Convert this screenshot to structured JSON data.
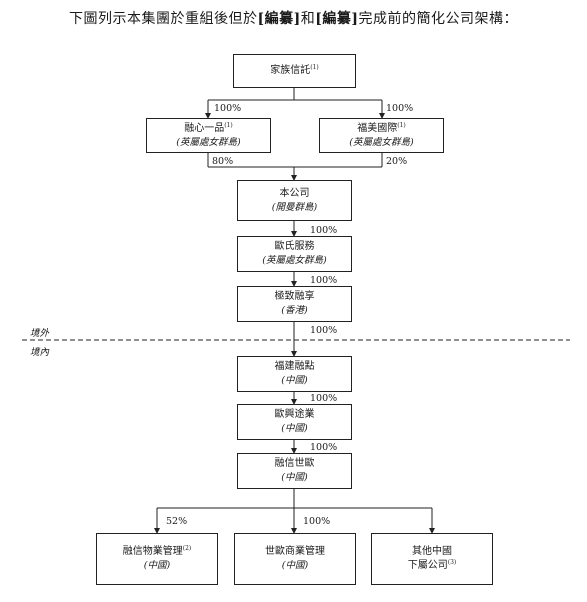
{
  "title": {
    "pre": "下圖列示本集團於重組後但於",
    "redacted1": "[編纂]",
    "mid": "和",
    "redacted2": "[編纂]",
    "post": "完成前的簡化公司架構："
  },
  "entities": {
    "family_trust": {
      "name": "家族信託",
      "note": "(1)"
    },
    "rongxin_yipin": {
      "name": "融心一品",
      "note": "(1)",
      "place": "(英屬處女群島)"
    },
    "fumei": {
      "name": "福美國際",
      "note": "(1)",
      "place": "(英屬處女群島)"
    },
    "company": {
      "name": "本公司",
      "place": "(開曼群島)"
    },
    "oushi": {
      "name": "歐氏服務",
      "place": "(英屬處女群島)"
    },
    "jizhi": {
      "name": "極致融享",
      "place": "(香港)"
    },
    "fujian": {
      "name": "福建融點",
      "place": "(中國)"
    },
    "ouxing": {
      "name": "歐興途業",
      "place": "(中國)"
    },
    "rongxin_shiou": {
      "name": "融信世歐",
      "place": "(中國)"
    },
    "rongxin_wuye": {
      "name": "融信物業管理",
      "note": "(2)",
      "place": "(中國)"
    },
    "shiou_shangye": {
      "name": "世歐商業管理",
      "place": "(中國)"
    },
    "other": {
      "name": "其他中國",
      "name2": "下屬公司",
      "note": "(3)"
    }
  },
  "percentages": {
    "trust_to_rongxin": "100%",
    "trust_to_fumei": "100%",
    "rongxin_to_company": "80%",
    "fumei_to_company": "20%",
    "company_to_oushi": "100%",
    "oushi_to_jizhi": "100%",
    "jizhi_to_fujian": "100%",
    "fujian_to_ouxing": "100%",
    "ouxing_to_shiou": "100%",
    "shiou_to_wuye": "52%",
    "shiou_to_shangye": "100%"
  },
  "zones": {
    "offshore": "境外",
    "onshore": "境內"
  }
}
